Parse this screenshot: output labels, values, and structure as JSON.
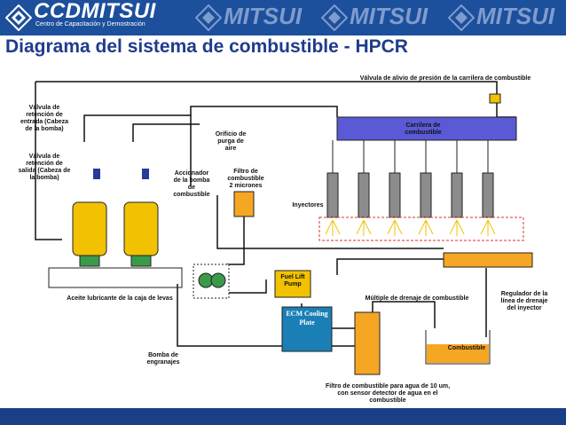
{
  "header": {
    "logo_text": "CCDMITSUI",
    "logo_subtitle": "Centro de Capacitación y Demostración",
    "watermark_text": "MITSUI",
    "title": "Diagrama del sistema de combustible - HPCR"
  },
  "colors": {
    "banner": "#1c4f9c",
    "title": "#1f3c8c",
    "rail": "#5a5ad6",
    "fuel_yellow": "#f2c200",
    "fuel_orange": "#f5a623",
    "line": "#111111",
    "cooling_plate": "#1a7fb5"
  },
  "labels": {
    "relief_valve": "Válvula de alivio de presión de la carrilera de combustible",
    "inlet_check_valve": "Válvula de retención de entrada (Cabeza de la bomba)",
    "outlet_check_valve": "Válvula de retención de salida (Cabeza de la bomba)",
    "air_bleed": "Orificio de purga de aire",
    "pump_actuator": "Accionador de la bomba de combustible",
    "fuel_filter_2": "Filtro de combustible 2 micrones",
    "fuel_rail": "Carrilera de combustible",
    "injectors": "Inyectores",
    "cam_oil": "Aceite lubricante de la caja de levas",
    "fuel_lift_pump": "Fuel Lift Pump",
    "ecm_cooling_plate": "ECM Cooling Plate",
    "drain_manifold": "Múltiple de drenaje de combustible",
    "drain_regulator": "Regulador de la línea de drenaje del inyector",
    "gear_pump": "Bomba de engranajes",
    "fuel_tank": "Combustible",
    "water_filter": "Filtro de combustible para agua de 10 um, con sensor detector de agua en el combustible"
  }
}
